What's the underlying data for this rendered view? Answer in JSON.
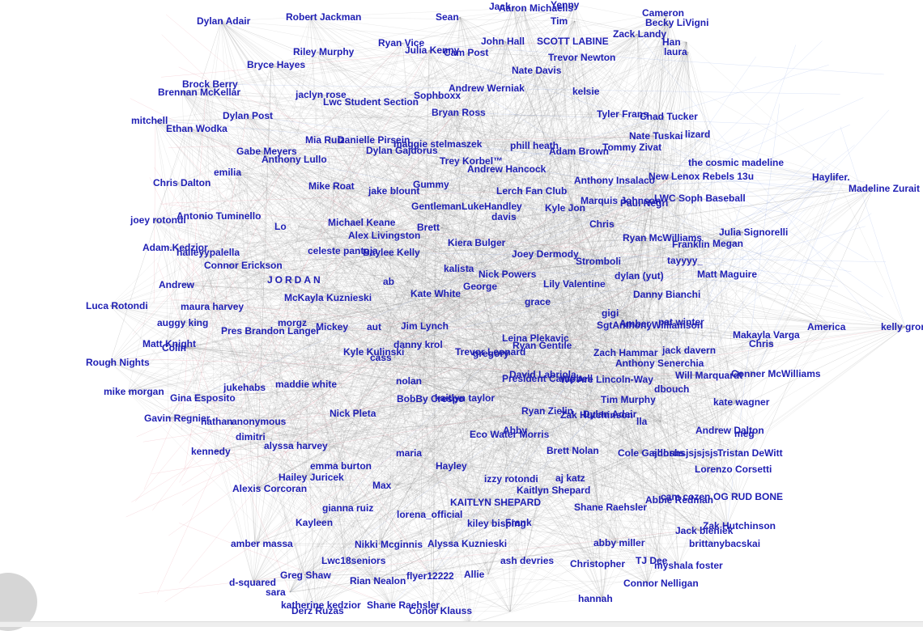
{
  "graph": {
    "colors": {
      "label": "#1f1fb4",
      "edge": "#8a8a8a",
      "edge_red": "#e06a7a",
      "edge_blue": "#6a8ae0"
    },
    "labels": [
      "Dylan Adair",
      "Robert Jackman",
      "Sean",
      "Jack",
      "Aaron Michaelis",
      "Yenny",
      "Cameron",
      "Becky LiVigni",
      "Tim",
      "Zack Landy",
      "Han",
      "laura",
      "Ryan Vice",
      "Julia Kenny",
      "Cam Post",
      "John Hall",
      "SCOTT LABINE",
      "Riley Murphy",
      "Trevor Newton",
      "Bryce Hayes",
      "Nate Davis",
      "Brock Berry",
      "Brennan McKellar",
      "jaclyn rose",
      "Lwc Student Section",
      "Sophboxx",
      "Andrew Werniak",
      "kelsie",
      "Bryan Ross",
      "Dylan Post",
      "Tyler Frans",
      "Chad Tucker",
      "mitchell",
      "Ethan Wodka",
      "Nate Tuskai",
      "lizard",
      "Mia Ruiz",
      "Danielle Pirsein",
      "maggie stelmaszek",
      "phill heath",
      "Tommy Zivat",
      "Dylan Gajdorus",
      "Adam Brown",
      "Gabe Meyers",
      "Anthony Lullo",
      "Trey Korbel™",
      "the cosmic madeline",
      "emilia",
      "Andrew Hancock",
      "Haylifer.",
      "New Lenox Rebels 13u",
      "Chris Dalton",
      "Mike Roat",
      "Gummy",
      "jake blount",
      "Anthony Insalaco",
      "Madeline Zurait",
      "Lerch Fan Club",
      "Marquis Johnson",
      "LWC Soph Baseball",
      "Paul Negri",
      "GentlemanLukeHandley",
      "Kyle Jon",
      "joey rotondi",
      "Antonio Tuminello",
      "davis",
      "Lo",
      "Michael Keane",
      "Brett",
      "Chris",
      "Alex Livingston",
      "Julia Signorelli",
      "Ryan McWilliams",
      "Franklin",
      "Megan",
      "Adam.Kedzior",
      "Kiera Bulger",
      "halleyypalella",
      "celeste pantoja",
      "Baylee Kelly",
      "Joey Dermody",
      "Stromboli",
      "tayyyy_",
      "Connor Erickson",
      "kalista",
      "Nick Powers",
      "dylan (yut)",
      "Matt Maguire",
      "JORDAN",
      "ab",
      "George",
      "Andrew",
      "Lily Valentine",
      "McKayla Kuznieski",
      "Kate White",
      "Danny Bianchi",
      "grace",
      "Luca Rotondi",
      "maura harvey",
      "gigi",
      "morgz",
      "Amber",
      "pat winter",
      "auggy king",
      "SgtAnthonyWilliamson",
      "Mickey",
      "Jim Lynch",
      "aut",
      "Makayla Varga",
      "America",
      "kelly gromnicki",
      "Pres Brandon Langer",
      "Leina Plekavic",
      "danny krol",
      "Ryan Gentile",
      "Chris",
      "Matt Knight",
      "Colin",
      "Kyle Kulinski",
      "cass",
      "Trevor Leonard",
      "gregory",
      "Zach Hammar",
      "jack davern",
      "Rough Nights",
      "Anthony Senerchia",
      "nolan",
      "President Campbell",
      "David Labriola",
      "We Are Lincoln-Way",
      "Will Marquardt",
      "Conner McWilliams",
      "mike morgan",
      "jukehabs",
      "maddie white",
      "Gina Esposito",
      "dbouch",
      "BobBy Crespo",
      "kaitlyn taylor",
      "Tim Murphy",
      "kate wagner",
      "Nick Pleta",
      "Ryan Zielin",
      "Zak Hutchinson",
      "Dylan Adair",
      "anonymous",
      "Gavin Regnier",
      "nathan",
      "lla",
      "Andrew Dalton",
      "meg",
      "dimitri",
      "Eco Water Morris",
      "Abby",
      "alyssa harvey",
      "kennedy",
      "maria",
      "Brett Nolan",
      "Cole Gajdorus",
      "shhshsjsjsjsjs",
      "Tristan DeWitt",
      "emma burton",
      "Hayley",
      "Hailey Juricek",
      "Lorenzo Corsetti",
      "izzy rotondi",
      "aj katz",
      "Alexis Corcoran",
      "Max",
      "Kaitlyn Shepard",
      "Abbie Redman",
      "cam cozen",
      "OG RUD BONE",
      "KAITLYN SHEPARD",
      "gianna ruiz",
      "Shane Raehsler",
      "lorena_official",
      "kiley bisping",
      "Frank",
      "Kayleen",
      "Zak Hutchinson",
      "Jack bieniek",
      "amber massa",
      "Nikki Mcginnis",
      "Alyssa Kuznieski",
      "abby miller",
      "brittanybacskai",
      "Lwc18seniors",
      "ash devries",
      "Christopher",
      "TJ Dee",
      "myshala foster",
      "Greg Shaw",
      "d-squared",
      "Rian Nealon",
      "flyer12222",
      "Allie",
      "sara",
      "Connor Nelligan",
      "hannah",
      "katherine kedzior",
      "Shane Raehsler",
      "Derz Ruzas",
      "Conor Klauss"
    ]
  }
}
